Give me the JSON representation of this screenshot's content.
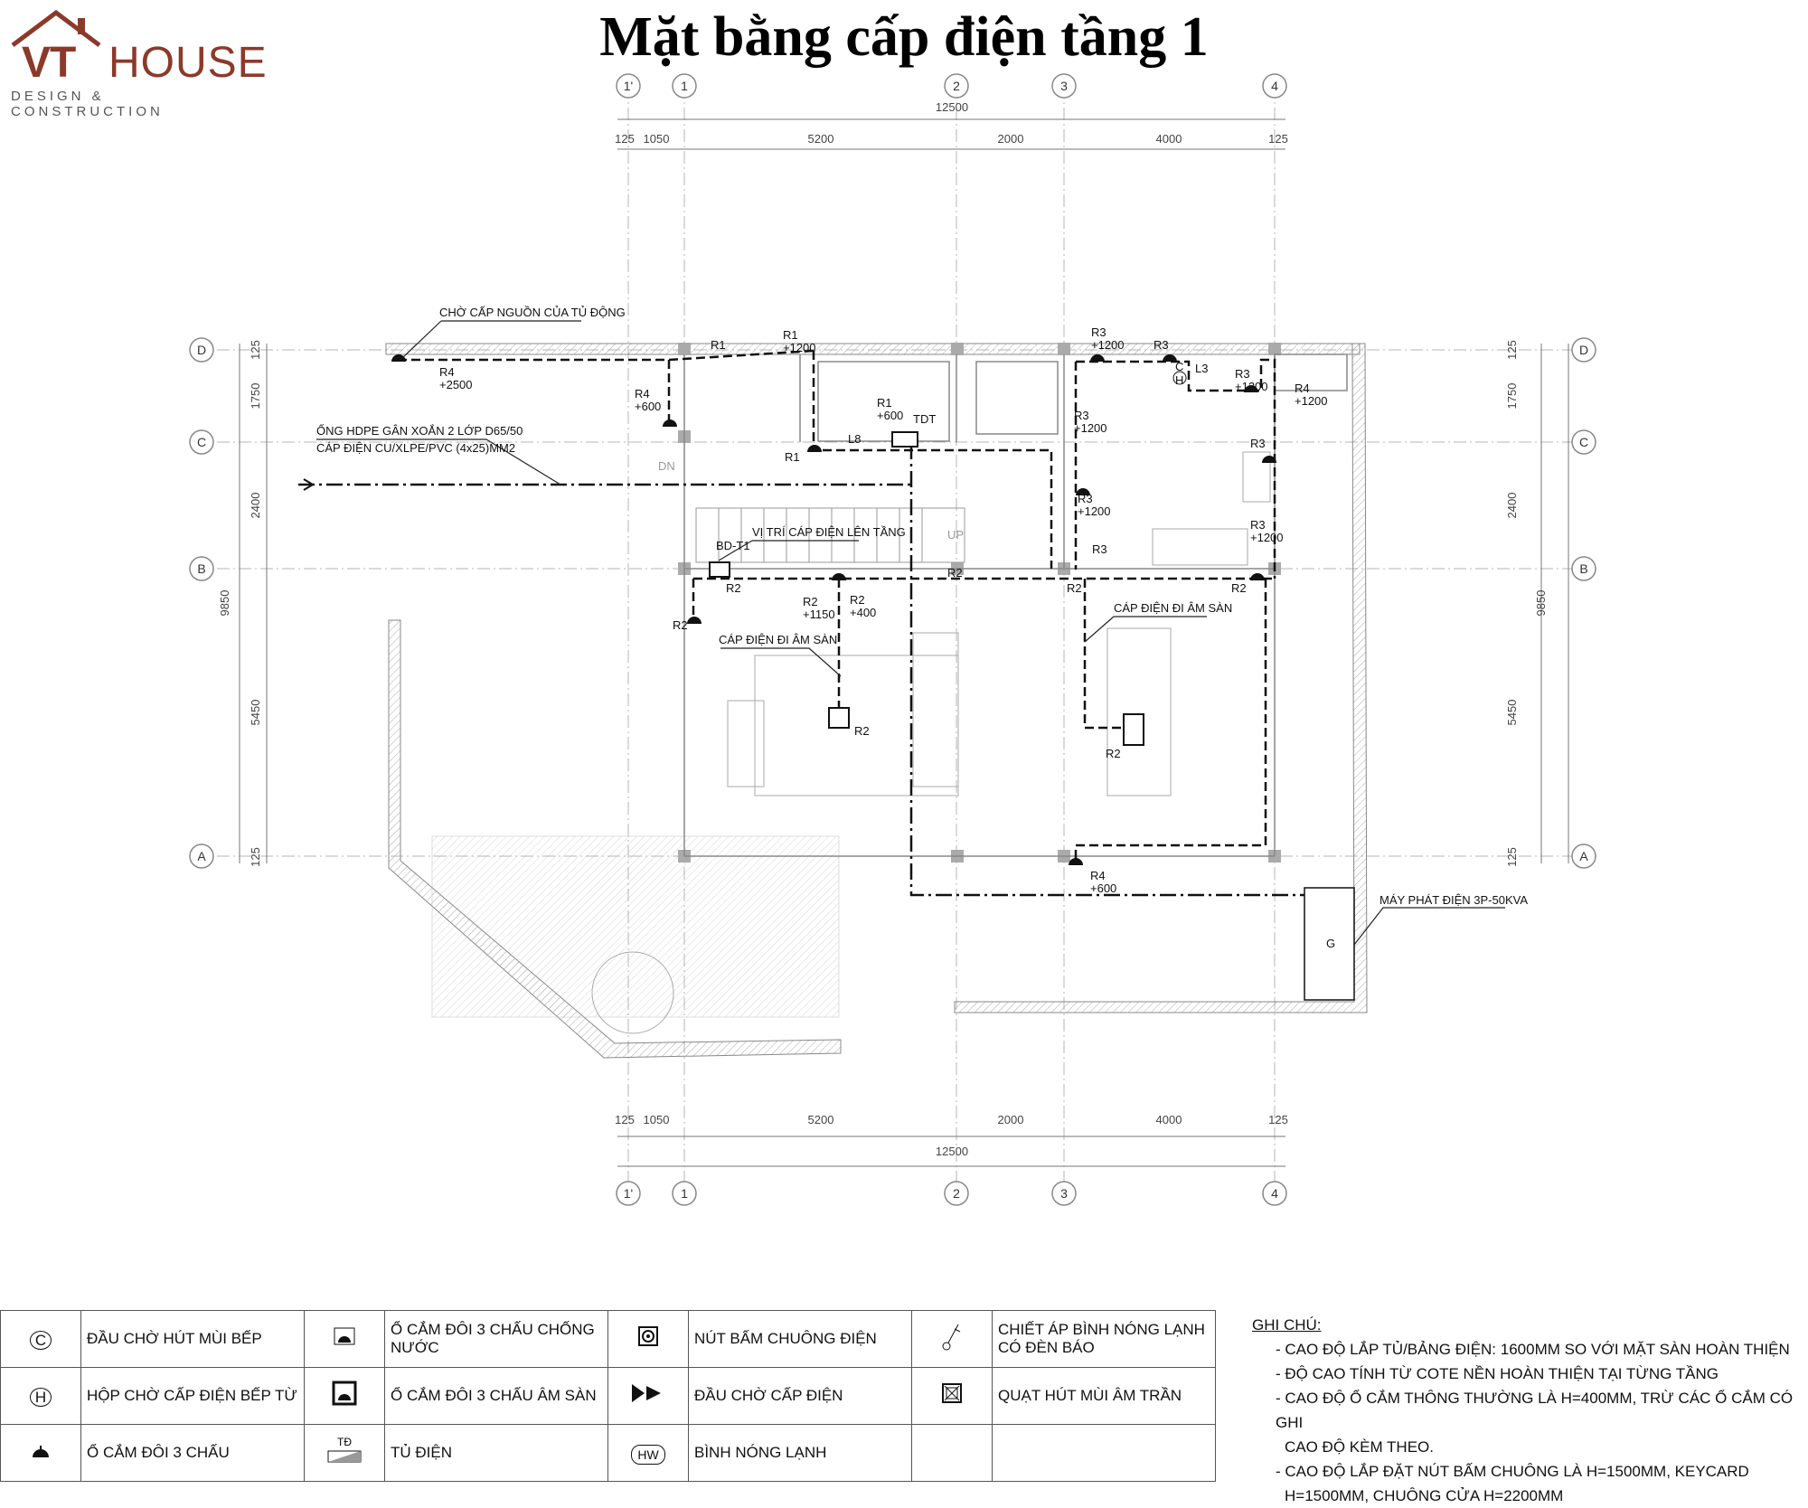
{
  "logo": {
    "mark": "VT",
    "name": "HOUSE",
    "tagline": "DESIGN & CONSTRUCTION"
  },
  "title": "Mặt bằng cấp điện tầng 1",
  "grid": {
    "cols": [
      "1'",
      "1",
      "2",
      "3",
      "4"
    ],
    "rows": [
      "D",
      "C",
      "B",
      "A"
    ],
    "top_total": "12500",
    "top_dims": [
      "125",
      "1050",
      "5200",
      "2000",
      "4000",
      "125"
    ],
    "bottom_total": "12500",
    "bottom_dims": [
      "125",
      "1050",
      "5200",
      "2000",
      "4000",
      "125"
    ],
    "side_dims": [
      "125",
      "1750",
      "2400",
      "5450",
      "125"
    ],
    "side_total": "9850"
  },
  "annotations": {
    "cho_cap_nguon": "CHỜ CẤP NGUỒN CỦA TỦ ĐỘNG",
    "ong_hdpe": "ỐNG HDPE GÂN XOẮN 2 LỚP D65/50",
    "cap_dien": "CÁP ĐIỆN CU/XLPE/PVC (4x25)MM2",
    "vi_tri_cap": "VỊ TRÍ CÁP ĐIỆN LÊN TẦNG",
    "am_san_1": "CÁP ĐIỆN ĐI ÂM SÀN",
    "am_san_2": "CÁP ĐIỆN ĐI ÂM SÀN",
    "may_phat": "MÁY PHÁT ĐIỆN 3P-50KVA",
    "tdt": "TDT",
    "bd": "BD-T1",
    "dn": "DN",
    "up": "UP",
    "g": "G",
    "c": "C",
    "h": "H",
    "l3": "L3",
    "l8": "L8",
    "circuits": [
      [
        "R4",
        "+2500"
      ],
      [
        "R4",
        "+600"
      ],
      [
        "R1",
        ""
      ],
      [
        "R1",
        "+1200"
      ],
      [
        "R1",
        "+600"
      ],
      [
        "R1",
        ""
      ],
      [
        "R3",
        "+1200"
      ],
      [
        "R3",
        ""
      ],
      [
        "R3",
        "+1200"
      ],
      [
        "R4",
        "+1200"
      ],
      [
        "R3",
        "+1200"
      ],
      [
        "R3",
        ""
      ],
      [
        "R3",
        "+1200"
      ],
      [
        "R3",
        ""
      ],
      [
        "R3",
        "+1200"
      ],
      [
        "R2",
        ""
      ],
      [
        "R2",
        ""
      ],
      [
        "R2",
        "+1150"
      ],
      [
        "R2",
        "+400"
      ],
      [
        "R2",
        ""
      ],
      [
        "R2",
        ""
      ],
      [
        "R2",
        ""
      ],
      [
        "R2",
        ""
      ],
      [
        "R2",
        ""
      ],
      [
        "R4",
        "+600"
      ]
    ]
  },
  "legend": [
    [
      {
        "icon": "hood-point-icon",
        "label": "ĐẦU CHỜ HÚT MÙI BẾP"
      },
      {
        "icon": "waterproof-socket-icon",
        "label": "Ổ CẮM ĐÔI 3 CHẤU CHỐNG NƯỚC"
      },
      {
        "icon": "doorbell-button-icon",
        "label": "NÚT BẤM CHUÔNG ĐIỆN"
      },
      {
        "icon": "heater-switch-icon",
        "label": "CHIẾT ÁP BÌNH NÓNG LẠNH CÓ ĐÈN BÁO"
      }
    ],
    [
      {
        "icon": "cooktop-box-icon",
        "label": "HỘP CHỜ CẤP ĐIỆN BẾP TỪ"
      },
      {
        "icon": "floor-socket-icon",
        "label": "Ổ CẮM ĐÔI 3 CHẤU ÂM SÀN"
      },
      {
        "icon": "power-point-icon",
        "label": "ĐẦU CHỜ CẤP ĐIỆN"
      },
      {
        "icon": "ceiling-fan-icon",
        "label": "QUẠT HÚT MÙI ÂM TRẦN"
      }
    ],
    [
      {
        "icon": "socket-icon",
        "label": "Ổ CẮM ĐÔI 3 CHẤU"
      },
      {
        "icon": "panel-icon",
        "label": "TỦ ĐIỆN",
        "tag": "TĐ"
      },
      {
        "icon": "water-heater-icon",
        "label": "BÌNH NÓNG LẠNH",
        "tag": "HW"
      },
      {
        "icon": "",
        "label": ""
      }
    ]
  ],
  "legend_symbols": {
    "hood": "C",
    "cooktop": "H"
  },
  "notes": {
    "heading": "GHI CHÚ:",
    "items": [
      "- CAO ĐỘ LẮP TỦ/BẢNG ĐIỆN: 1600MM SO VỚI MẶT SÀN HOÀN THIỆN",
      "- ĐỘ CAO TÍNH TỪ COTE NỀN HOÀN THIỆN TẠI TỪNG TẦNG",
      "- CAO ĐỘ Ổ CẮM THÔNG THƯỜNG LÀ H=400MM, TRỪ CÁC Ổ CẮM CÓ GHI",
      "CAO ĐỘ KÈM THEO.",
      "- CAO ĐỘ LẮP ĐẶT NÚT BẤM CHUÔNG LÀ H=1500MM, KEYCARD",
      "H=1500MM, CHUÔNG CỬA H=2200MM"
    ]
  },
  "colors": {
    "brand": "#8b3a2a",
    "line": "#111111",
    "grid": "#9a9a9a",
    "wall": "#d9d9d9"
  }
}
